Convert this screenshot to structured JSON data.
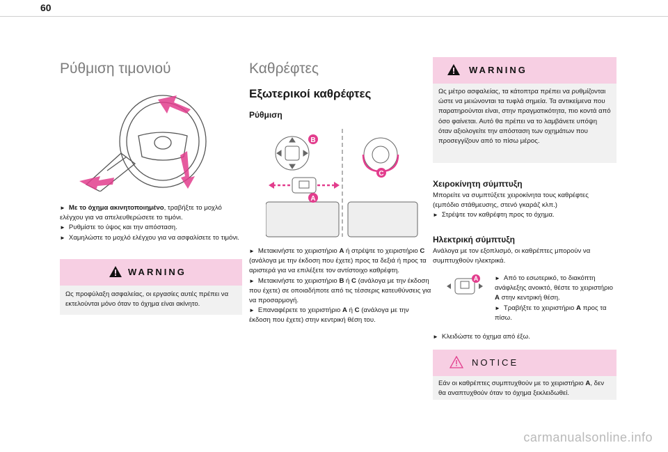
{
  "page": {
    "number": "60",
    "footer": "carmanualsonline.info"
  },
  "left": {
    "title": "Ρύθμιση τιμονιού",
    "bullets": [
      {
        "bold": "Με το όχημα ακινητοποιημένο",
        "text": ", τραβήξτε το μοχλό ελέγχου για να απελευθερώσετε το τιμόνι."
      },
      {
        "bold": "",
        "text": "Ρυθμίστε το ύψος και την απόσταση."
      },
      {
        "bold": "",
        "text": "Χαμηλώστε το μοχλό ελέγχου για να ασφαλίσετε το τιμόνι."
      }
    ],
    "warning": {
      "title": "WARNING",
      "text": "Ως προφύλαξη ασφαλείας, οι εργασίες αυτές πρέπει να εκτελούνται μόνο όταν το όχημα είναι ακίνητο."
    }
  },
  "middle": {
    "title": "Καθρέφτες",
    "subtitle": "Εξωτερικοί καθρέφτες",
    "section": "Ρύθμιση",
    "figure_labels": {
      "a": "A",
      "b": "B",
      "c": "C"
    },
    "steps": [
      {
        "pre": "Μετακινήστε το χειριστήριο ",
        "k1": "A",
        "mid": " ή στρέψτε το χειριστήριο ",
        "k2": "C",
        "post": " (ανάλογα με την έκδοση που έχετε) προς τα δεξιά ή προς τα αριστερά για να επιλέξετε τον αντίστοιχο καθρέφτη."
      },
      {
        "pre": "Μετακινήστε το χειριστήριο ",
        "k1": "B",
        "mid": " ή ",
        "k2": "C",
        "post": " (ανάλογα με την έκδοση που έχετε) σε οποιαδήποτε από τις τέσσερις κατευθύνσεις για να προσαρμογή."
      },
      {
        "pre": "Επαναφέρετε το χειριστήριο ",
        "k1": "A",
        "mid": " ή ",
        "k2": "C",
        "post": " (ανάλογα με την έκδοση που έχετε) στην κεντρική θέση του."
      }
    ]
  },
  "right": {
    "warning": {
      "title": "WARNING",
      "text": "Ως μέτρο ασφαλείας, τα κάτοπτρα πρέπει να ρυθμίζονται ώστε να μειώνονται τα τυφλά σημεία. Τα αντικείμενα που παρατηρούνται είναι, στην πραγματικότητα, πιο κοντά από όσο φαίνεται. Αυτό θα πρέπει να το λαμβάνετε υπόψη όταν αξιολογείτε την απόσταση των οχημάτων που προσεγγίζουν από το πίσω μέρος."
    },
    "manual_title": "Χειροκίνητη σύμπτυξη",
    "manual_text": "Μπορείτε να συμπτύξετε χειροκίνητα τους καθρέφτες (εμπόδιο στάθμευσης, στενό γκαράζ κλπ.)",
    "manual_bullet": "Στρέψτε τον καθρέφτη προς το όχημα.",
    "electric_title": "Ηλεκτρική σύμπτυξη",
    "electric_text": "Ανάλογα με τον εξοπλισμό, οι καθρέπτες μπορούν να συμπτυχθούν ηλεκτρικά.",
    "electric_fig_label": "A",
    "electric_bullet1": "Από το εσωτερικό, το διακόπτη ανάφλεξης ανοικτό, θέστε το χειριστήριο ",
    "electric_bullet1_k": "A",
    "electric_bullet1_post": " στην κεντρική θέση.",
    "electric_bullet2": "Τραβήξτε το χειριστήριο ",
    "electric_bullet2_k": "A",
    "electric_bullet2_post": " προς τα πίσω.",
    "lock_bullet": "Κλειδώστε το όχημα από έξω.",
    "notice": {
      "title": "NOTICE",
      "text_pre": "Εάν οι καθρέπτες συμπτυχθούν με το χειριστήριο ",
      "text_k": "A",
      "text_post": ", δεν θα αναπτυχθούν όταν το όχημα ξεκλειδωθεί."
    }
  },
  "colors": {
    "accent_pink": "#e23d8d",
    "warning_bg": "#f7cfe3",
    "box_bg": "#f1f1f1",
    "title_gray": "#7d7d7d"
  }
}
